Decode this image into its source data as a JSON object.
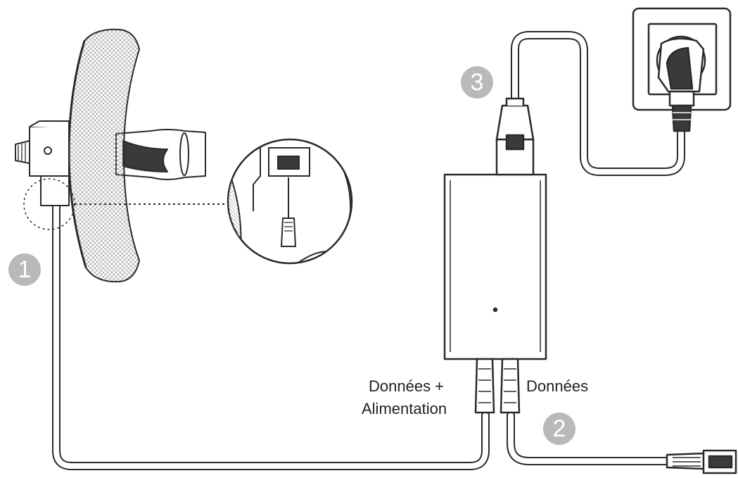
{
  "steps": [
    {
      "number": "1"
    },
    {
      "number": "2"
    },
    {
      "number": "3"
    }
  ],
  "ports": {
    "poe_label_line1": "Données +",
    "poe_label_line2": "Alimentation",
    "lan_label": "Données"
  },
  "colors": {
    "line": "#2a2a2a",
    "badge": "#b9b9b9",
    "hatch": "#9a9a9a"
  },
  "icons": [
    "outdoor-cpe-icon",
    "zoom-detail-icon",
    "poe-injector-icon",
    "wall-outlet-icon",
    "power-plug-icon",
    "ethernet-connector-icon"
  ]
}
